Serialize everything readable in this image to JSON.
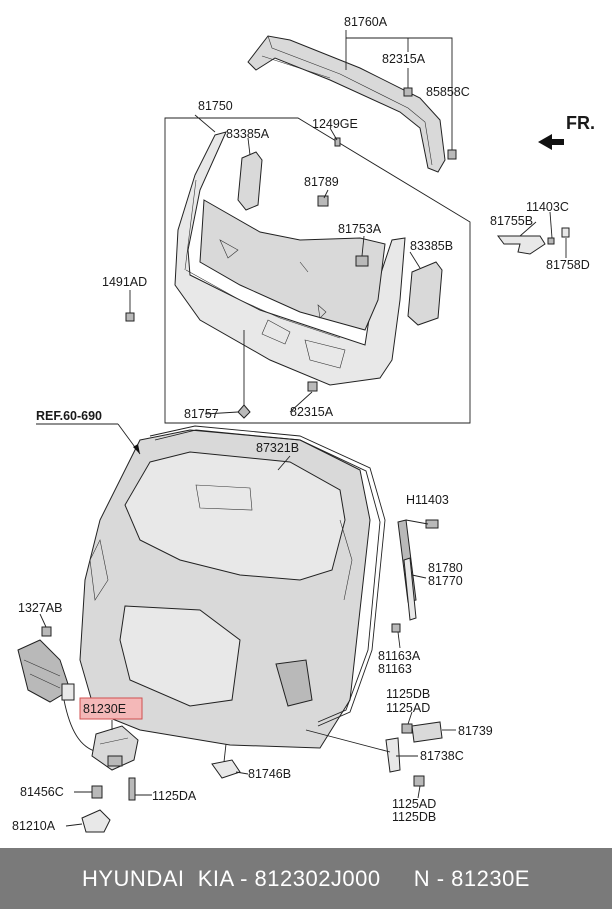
{
  "labels": {
    "l_81760A": "81760A",
    "l_82315A_top": "82315A",
    "l_85858C": "85858C",
    "l_FR": "FR.",
    "l_81750": "81750",
    "l_83385A": "83385A",
    "l_1249GE": "1249GE",
    "l_81789": "81789",
    "l_11403C": "11403C",
    "l_81755B": "81755B",
    "l_81758D": "81758D",
    "l_81753A": "81753A",
    "l_83385B": "83385B",
    "l_1491AD": "1491AD",
    "l_81757": "81757",
    "l_82315A_bottom": "82315A",
    "l_REF": "REF.60-690",
    "l_87321B": "87321B",
    "l_H11403": "H11403",
    "l_81780": "81780",
    "l_81770": "81770",
    "l_1327AB": "1327AB",
    "l_81163A": "81163A",
    "l_81163": "81163",
    "l_81230E": "81230E",
    "l_1125DB_top": "1125DB",
    "l_1125AD_top": "1125AD",
    "l_81739": "81739",
    "l_81738C": "81738C",
    "l_81746B": "81746B",
    "l_81456C": "81456C",
    "l_1125DA": "1125DA",
    "l_81210A": "81210A",
    "l_1125AD_bottom": "1125AD",
    "l_1125DB_bottom": "1125DB"
  },
  "highlight": {
    "fill": "#f4b8b8",
    "stroke": "#d05050"
  },
  "footer": {
    "text": "HYUNDAI  KIA - 812302J000     N - 81230E"
  }
}
